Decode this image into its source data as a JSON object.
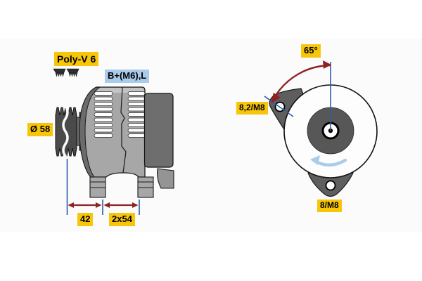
{
  "diagram": {
    "type": "alternator-technical-drawing",
    "side_view": {
      "belt_type_label": "Poly-V 6",
      "terminal_label": "B+(M6),L",
      "pulley_diameter_label": "Ø 58",
      "dimension_pulley_offset": "42",
      "dimension_mount_span": "2x54"
    },
    "front_view": {
      "mounting_angle_label": "65°",
      "upper_hole_label": "8,2/M8",
      "lower_hole_label": "8/M8"
    },
    "colors": {
      "label_yellow": "#F7C60A",
      "label_blue": "#AACBE9",
      "dimension_red": "#8E2222",
      "dimension_blue": "#2A5CAB",
      "rotation_arrow_blue": "#A9CCEA",
      "body_gray": "#A7A7A7",
      "dark_gray": "#5E5E5E",
      "pulley_gray": "#4A4A4A",
      "rear_cover_gray": "#6E6E6E"
    }
  }
}
